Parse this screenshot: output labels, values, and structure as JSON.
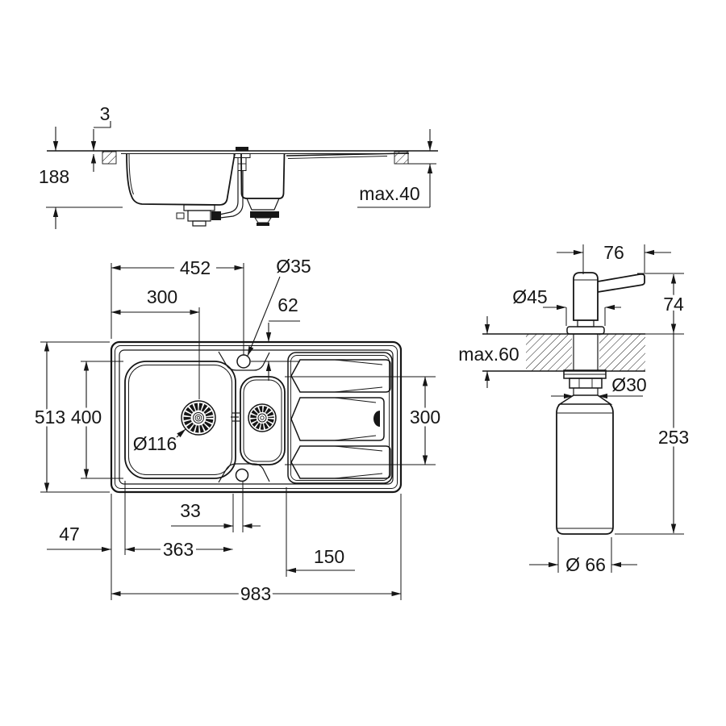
{
  "drawing": {
    "side_view": {
      "rim_height": "3",
      "depth": "188",
      "countertop_thickness": "max.40"
    },
    "top_view": {
      "tap_center_from_left": "452",
      "drain_center_from_left": "300",
      "tap_hole_diameter": "Ø35",
      "tap_hole_from_edge": "62",
      "overall_depth": "513",
      "bowl_depth": "400",
      "drain_diameter": "Ø116",
      "drainer_depth": "300",
      "bowl_to_tap_gap": "33",
      "edge_to_bowl": "47",
      "bowl_width": "363",
      "drainer_length": "150",
      "overall_length": "983"
    },
    "dispenser_view": {
      "spout_reach": "76",
      "flange_diameter": "Ø45",
      "height_above_deck": "74",
      "deck_thickness": "max.60",
      "shank_diameter": "Ø30",
      "height_below_deck": "253",
      "bottle_diameter": "Ø 66"
    }
  }
}
